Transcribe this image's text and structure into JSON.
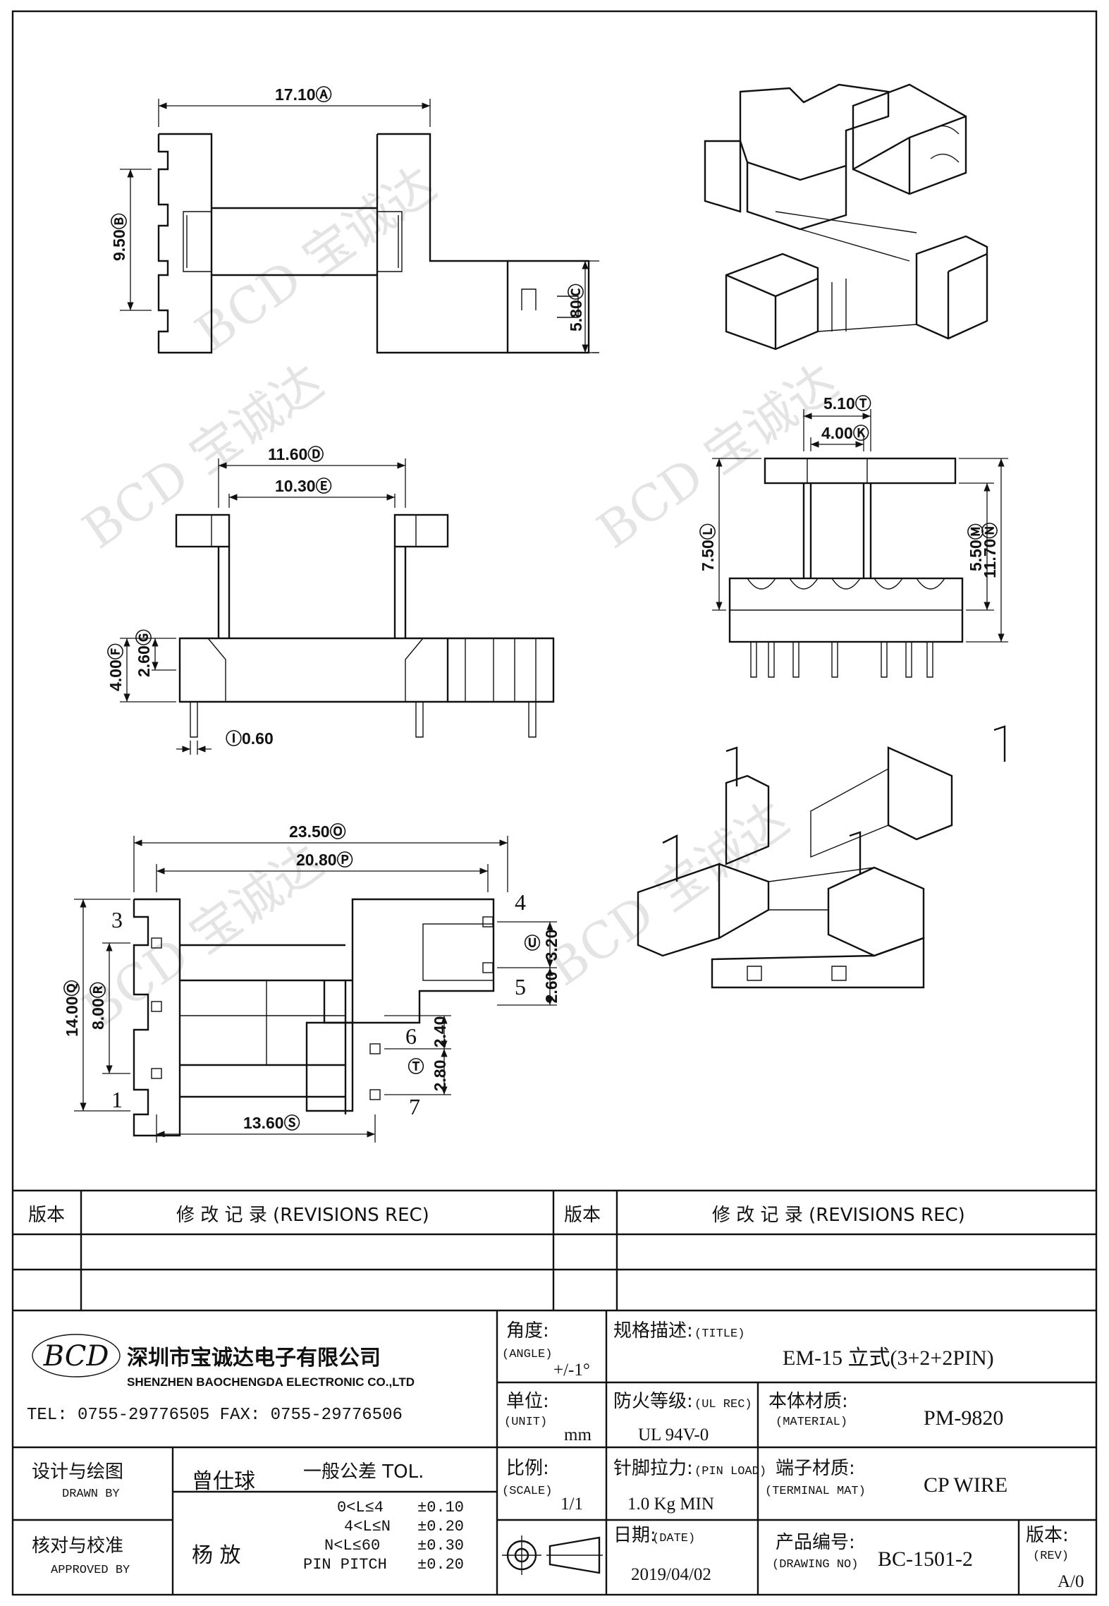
{
  "drawing": {
    "dimensions": {
      "A": "17.10",
      "B": "9.50",
      "C": "5.80",
      "D": "11.60",
      "E": "10.30",
      "F": "4.00",
      "G": "2.60",
      "I": "0.60",
      "T_top": "5.10",
      "K": "4.00",
      "L": "7.50",
      "M": "5.50",
      "N": "11.70",
      "O": "23.50",
      "P": "20.80",
      "Q": "14.00",
      "R": "8.00",
      "S": "13.60",
      "U": "3.20",
      "V": "2.60",
      "W": "2.40",
      "T": "2.80"
    },
    "dim_letters": {
      "A": "Ⓐ",
      "B": "Ⓑ",
      "C": "Ⓒ",
      "D": "Ⓓ",
      "E": "Ⓔ",
      "F": "Ⓕ",
      "G": "Ⓖ",
      "I": "Ⓘ",
      "T": "Ⓣ",
      "K": "Ⓚ",
      "L": "Ⓛ",
      "M": "Ⓜ",
      "N": "Ⓝ",
      "O": "Ⓞ",
      "P": "Ⓟ",
      "Q": "Ⓠ",
      "R": "Ⓡ",
      "S": "Ⓢ",
      "U": "Ⓤ"
    },
    "pins": [
      "1",
      "3",
      "4",
      "5",
      "6",
      "7"
    ],
    "watermark": "BCD 宝诚达"
  },
  "title_block": {
    "rev_label": "版本",
    "revisions_label": "修 改 记 录 (REVISIONS REC)",
    "company_cn": "深圳市宝诚达电子有限公司",
    "company_en": "SHENZHEN BAOCHENGDA ELECTRONIC CO.,LTD",
    "logo_text": "BCD",
    "contact": "TEL: 0755-29776505  FAX: 0755-29776506",
    "angle_cn": "角度:",
    "angle_en": "(ANGLE)",
    "angle_val": "+/-1°",
    "title_cn": "规格描述:",
    "title_en": "(TITLE)",
    "title_val": "EM-15 立式(3+2+2PIN)",
    "unit_cn": "单位:",
    "unit_en": "(UNIT)",
    "unit_val": "mm",
    "ul_cn": "防火等级:",
    "ul_en": "(UL REC)",
    "ul_val": "UL 94V-0",
    "material_cn": "本体材质:",
    "material_en": "(MATERIAL)",
    "material_val": "PM-9820",
    "drawn_cn": "设计与绘图",
    "drawn_en": "DRAWN BY",
    "drawn_val": "曾仕球",
    "tol_title": "一般公差 TOL.",
    "tol_rows": [
      {
        "range": "0<L≤4",
        "val": "±0.10"
      },
      {
        "range": "4<L≤N",
        "val": "±0.20"
      },
      {
        "range": "N<L≤60",
        "val": "±0.30"
      },
      {
        "range": "PIN PITCH",
        "val": "±0.20"
      }
    ],
    "scale_cn": "比例:",
    "scale_en": "(SCALE)",
    "scale_val": "1/1",
    "pinload_cn": "针脚拉力:",
    "pinload_en": "(PIN LOAD)",
    "pinload_val": "1.0 Kg MIN",
    "terminal_cn": "端子材质:",
    "terminal_en": "(TERMINAL MAT)",
    "terminal_val": "CP WIRE",
    "approved_cn": "核对与校准",
    "approved_en": "APPROVED BY",
    "approved_val": "杨  放",
    "date_cn": "日期:",
    "date_en": "(DATE)",
    "date_val": "2019/04/02",
    "drawing_no_cn": "产品编号:",
    "drawing_no_en": "(DRAWING NO)",
    "drawing_no_val": "BC-1501-2",
    "rev_cn": "版本:",
    "rev_en": "(REV)",
    "rev_val": "A/0"
  }
}
